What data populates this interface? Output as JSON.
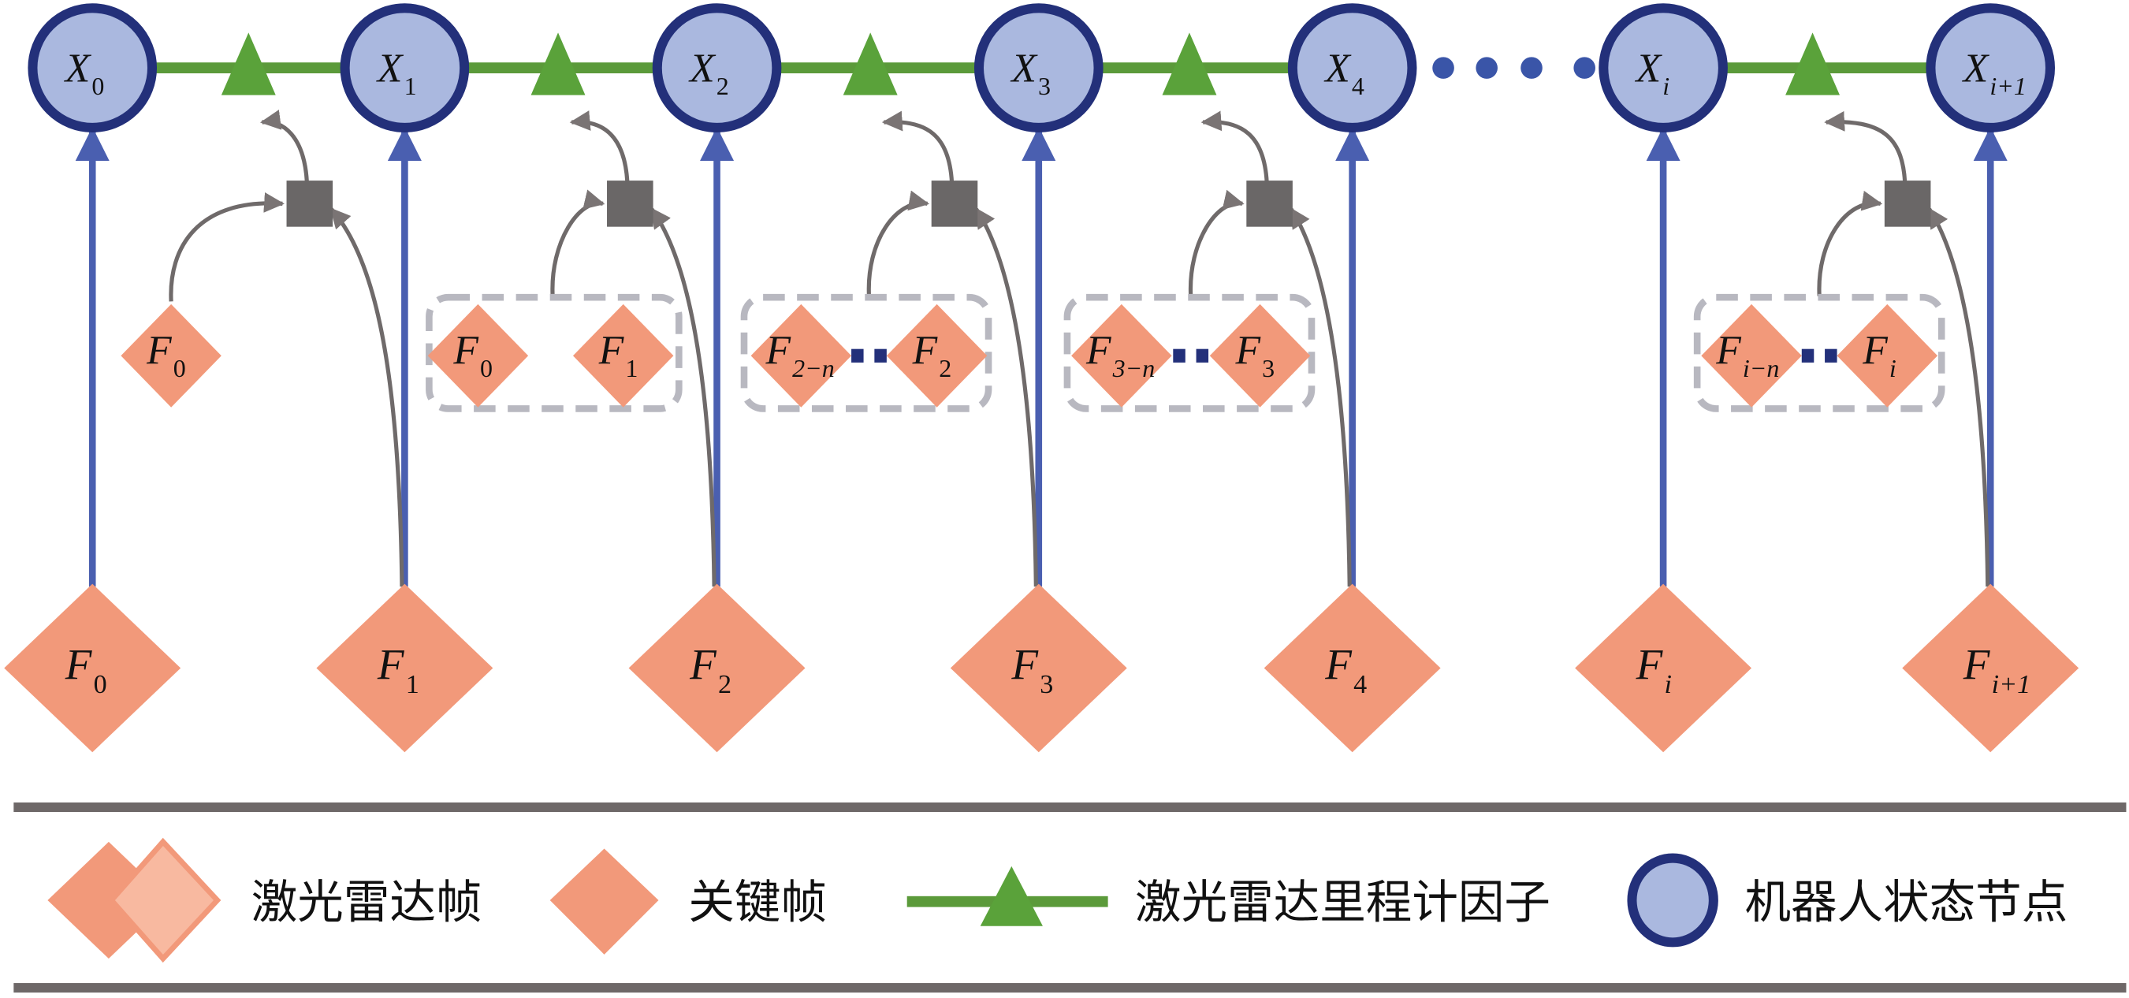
{
  "colors": {
    "node_fill": "#aab8df",
    "node_stroke": "#23307a",
    "factor_line": "#5b9a3a",
    "factor_triangle": "#5aa23a",
    "frame_fill": "#f2997a",
    "frame_light": "#f8b9a0",
    "state_arrow": "#4a5fb0",
    "aux_arrow": "#6f6a6a",
    "box_fill": "#6a6767",
    "dashed_box": "#b8b8c0",
    "separator": "#6e6868",
    "ellipsis_dot": "#3a55a8"
  },
  "state_nodes": [
    {
      "base": "X",
      "sub": "0"
    },
    {
      "base": "X",
      "sub": "1"
    },
    {
      "base": "X",
      "sub": "2"
    },
    {
      "base": "X",
      "sub": "3"
    },
    {
      "base": "X",
      "sub": "4"
    },
    {
      "base": "X",
      "sub": "i"
    },
    {
      "base": "X",
      "sub": "i+1"
    }
  ],
  "lidar_frames": [
    {
      "base": "F",
      "sub": "0"
    },
    {
      "base": "F",
      "sub": "1"
    },
    {
      "base": "F",
      "sub": "2"
    },
    {
      "base": "F",
      "sub": "3"
    },
    {
      "base": "F",
      "sub": "4"
    },
    {
      "base": "F",
      "sub": "i"
    },
    {
      "base": "F",
      "sub": "i+1"
    }
  ],
  "keyframe_groups": [
    {
      "frames": [
        {
          "base": "F",
          "sub": "0"
        }
      ],
      "boxed": false
    },
    {
      "frames": [
        {
          "base": "F",
          "sub": "0"
        },
        {
          "base": "F",
          "sub": "1"
        }
      ],
      "boxed": true,
      "dots": false
    },
    {
      "frames": [
        {
          "base": "F",
          "sub": "2−n"
        },
        {
          "base": "F",
          "sub": "2"
        }
      ],
      "boxed": true,
      "dots": true
    },
    {
      "frames": [
        {
          "base": "F",
          "sub": "3−n"
        },
        {
          "base": "F",
          "sub": "3"
        }
      ],
      "boxed": true,
      "dots": true
    },
    {
      "frames": [
        {
          "base": "F",
          "sub": "i−n"
        },
        {
          "base": "F",
          "sub": "i"
        }
      ],
      "boxed": true,
      "dots": true
    }
  ],
  "legend": [
    {
      "icon": "lidar-frame-icon",
      "label": "激光雷达帧"
    },
    {
      "icon": "keyframe-icon",
      "label": "关键帧"
    },
    {
      "icon": "lidar-odometry-factor-icon",
      "label": "激光雷达里程计因子"
    },
    {
      "icon": "robot-state-node-icon",
      "label": "机器人状态节点"
    }
  ]
}
